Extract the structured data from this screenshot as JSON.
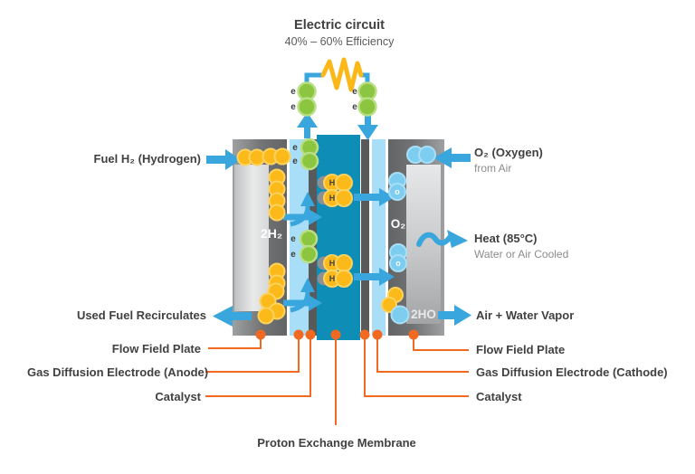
{
  "title": {
    "main": "Electric circuit",
    "subtitle": "40% – 60% Efficiency"
  },
  "left_side": {
    "fuel_label": "Fuel H₂ (Hydrogen)",
    "used_fuel_label": "Used Fuel Recirculates",
    "flow_field_plate": "Flow Field Plate",
    "gas_diffusion_electrode": "Gas Diffusion Electrode (Anode)",
    "catalyst": "Catalyst"
  },
  "right_side": {
    "oxygen_label": "O₂ (Oxygen)",
    "oxygen_sub": "from Air",
    "heat_label": "Heat (85°C)",
    "heat_sub": "Water or Air Cooled",
    "air_water_label": "Air + Water Vapor",
    "flow_field_plate": "Flow Field Plate",
    "gas_diffusion_electrode": "Gas Diffusion Electrode (Cathode)",
    "catalyst": "Catalyst"
  },
  "membrane_label": "Proton Exchange Membrane",
  "cell_text": {
    "h2": "2H₂",
    "o2": "O₂",
    "ho": "2HO"
  },
  "glyphs": {
    "electron": "e",
    "hydrogen": "H",
    "oxygen": "o"
  },
  "colors": {
    "membrane_teal": "#0E8DB7",
    "gde_blue": "#A8DEF7",
    "catalyst_gray": "#58595B",
    "plate_gray": "#717375",
    "arrow_blue": "#3AA6DE",
    "molecule_yellow": "#FBBA1A",
    "electron_green": "#8CC540",
    "oxygen_blue": "#7CCDF0",
    "leader_orange": "#F26A21",
    "resistor_yellow": "#FBB818",
    "text_dark": "#414042",
    "text_gray": "#8A8C8E"
  }
}
